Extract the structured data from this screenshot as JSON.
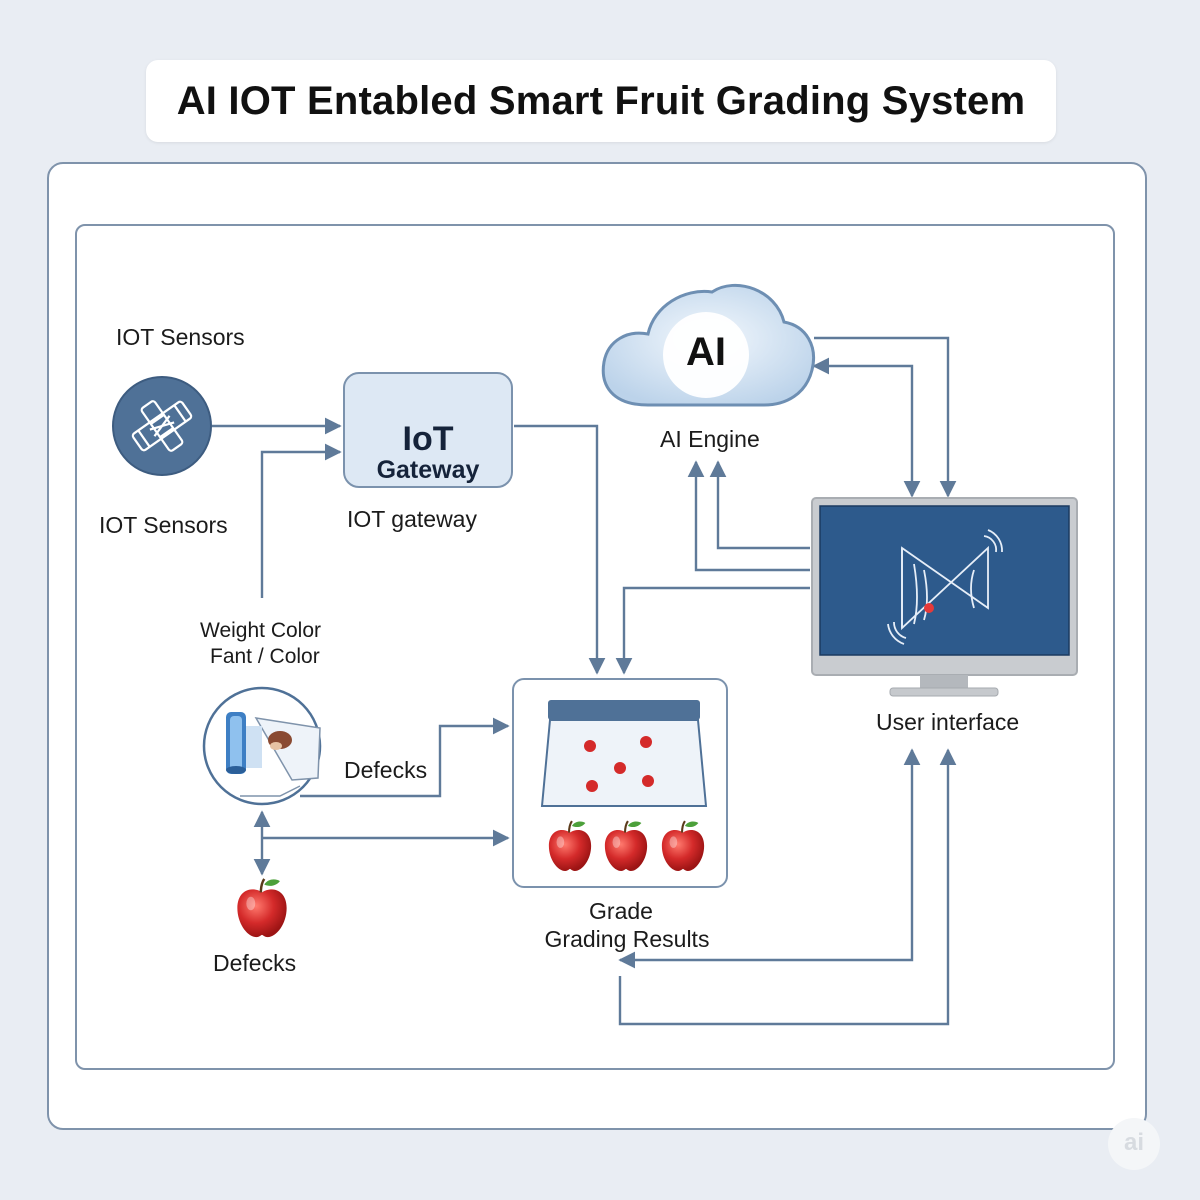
{
  "title": "AI IOT Entabled Smart Fruit Grading System",
  "nodes": {
    "sensors_top_label": "IOT Sensors",
    "sensors_bottom_label": "IOT Sensors",
    "gateway_title": "IoT",
    "gateway_subtitle": "Gateway",
    "gateway_label": "IOT gateway",
    "ai_cloud_text": "AI",
    "ai_engine_label": "AI Engine",
    "weight_label_line1": "Weight Color",
    "weight_label_line2": "Fant / Color",
    "defects_arrow_label": "Defecks",
    "apple_defects_label": "Defecks",
    "grade_label": "Grade",
    "grading_results_label": "Grading Results",
    "user_interface_label": "User interface"
  },
  "watermark": "ai",
  "colors": {
    "arrow": "#5f7a99",
    "frame": "#7f93ab",
    "sensor_circle": "#4f7197",
    "monitor_screen": "#2d5a8c",
    "apple_red": "#d42a2a"
  }
}
